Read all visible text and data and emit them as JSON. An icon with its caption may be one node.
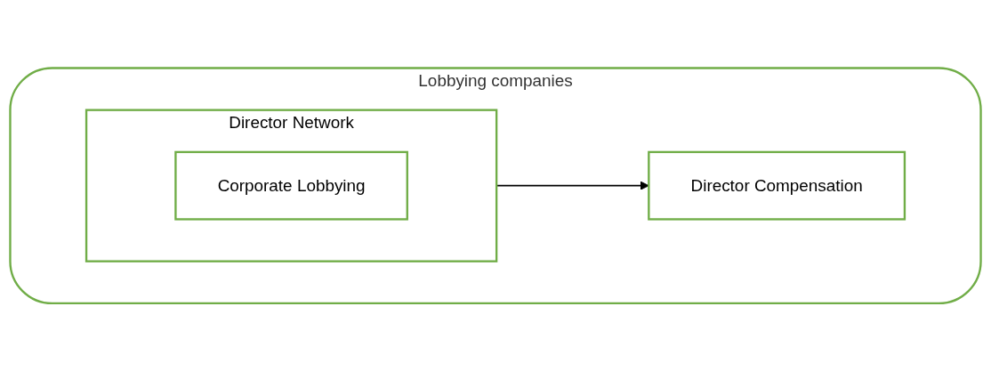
{
  "diagram": {
    "nodes": [
      {
        "text": [
          "Lobbying companies"
        ]
      },
      {
        "text": [
          "Director Network"
        ],
        "in": 0
      },
      {
        "text": [
          "Corporate Lobbying"
        ],
        "in": 1
      },
      {
        "text": [
          "Director Compensation"
        ],
        "in": 0
      }
    ],
    "edges": [
      {
        "from": 1,
        "to": 3,
        "arrow": "to"
      }
    ]
  }
}
